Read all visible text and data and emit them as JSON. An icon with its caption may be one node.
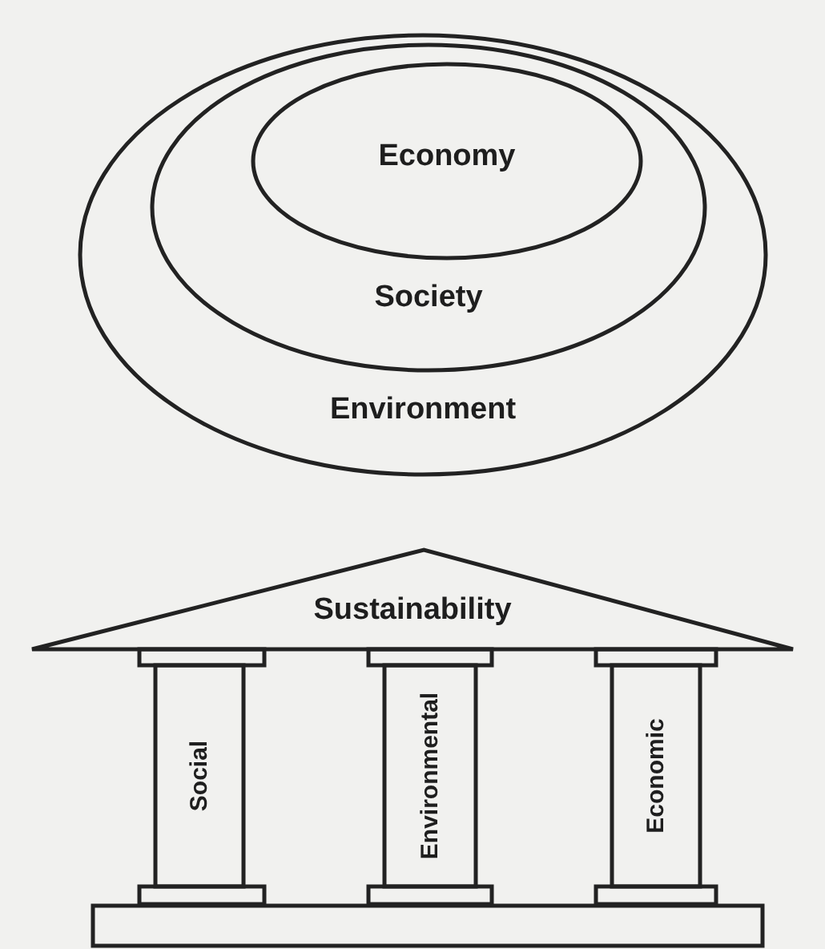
{
  "diagram": {
    "nodes": [
      {
        "text": [
          "Environment"
        ]
      },
      {
        "text": [
          "Society"
        ],
        "in": 0
      },
      {
        "text": [
          "Economy"
        ],
        "in": 1
      },
      {
        "text": [
          "Sustainability"
        ]
      },
      {
        "text": [
          "Social"
        ]
      },
      {
        "text": [
          "Environmental"
        ]
      },
      {
        "text": [
          "Economic"
        ]
      }
    ]
  }
}
